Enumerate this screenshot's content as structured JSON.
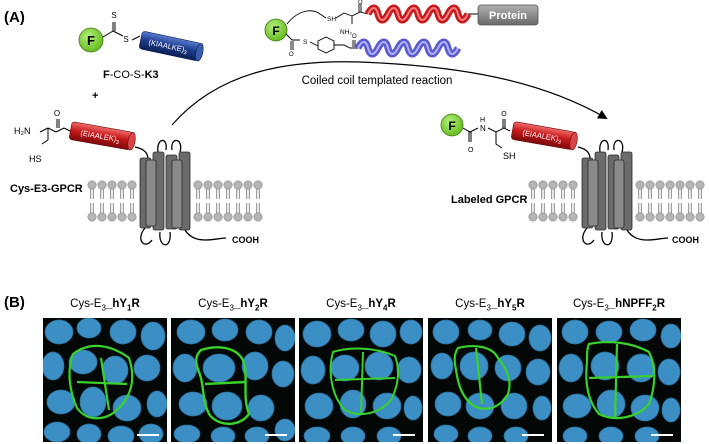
{
  "panel_a": {
    "label": "(A)",
    "fluor": "F",
    "k3_peptide": "(KIAALKE)",
    "k3_sub": "3",
    "reagent": {
      "f": "F",
      "mid": "-CO-S-",
      "k3": "K3"
    },
    "plus": "+",
    "h2n": "H₂N",
    "hs": "HS",
    "e3_peptide": "(EIAALEK)",
    "e3_sub": "3",
    "cys_e3_gpcr": "Cys-E3-GPCR",
    "cooh": "COOH",
    "coiled_coil_caption": "Coiled coil templated reaction",
    "protein": "Protein",
    "sh_small": "SH",
    "nh2_small": "NH₂",
    "labeled_gpcr": "Labeled GPCR",
    "sh": "SH",
    "h": "H",
    "n": "N"
  },
  "panel_b": {
    "label": "(B)",
    "images": [
      {
        "prefix": "Cys-E",
        "prefix_sub": "3",
        "mid": "_",
        "name": "hY",
        "name_sub": "1",
        "suffix": "R"
      },
      {
        "prefix": "Cys-E",
        "prefix_sub": "3",
        "mid": "_",
        "name": "hY",
        "name_sub": "2",
        "suffix": "R"
      },
      {
        "prefix": "Cys-E",
        "prefix_sub": "3",
        "mid": "_",
        "name": "hY",
        "name_sub": "4",
        "suffix": "R"
      },
      {
        "prefix": "Cys-E",
        "prefix_sub": "3",
        "mid": "_",
        "name": "hY",
        "name_sub": "5",
        "suffix": "R"
      },
      {
        "prefix": "Cys-E",
        "prefix_sub": "3",
        "mid": "_",
        "name": "hNPFF",
        "name_sub": "2",
        "suffix": "R"
      }
    ]
  },
  "colors": {
    "fluor_green": "#7ed321",
    "k3_blue": "#1f3f8f",
    "e3_red": "#c8191b",
    "receptor_gray": "#6b6b6b",
    "membrane_gray": "#b5b5b5",
    "protein_gray": "#808080",
    "nuclei_blue": "#3b8fc4",
    "membrane_stain_green": "#39d12a"
  },
  "icons": [
    "fluorophore-icon",
    "gpcr-receptor-icon",
    "lipid-bilayer-icon",
    "helix-icon",
    "arrow-icon"
  ]
}
